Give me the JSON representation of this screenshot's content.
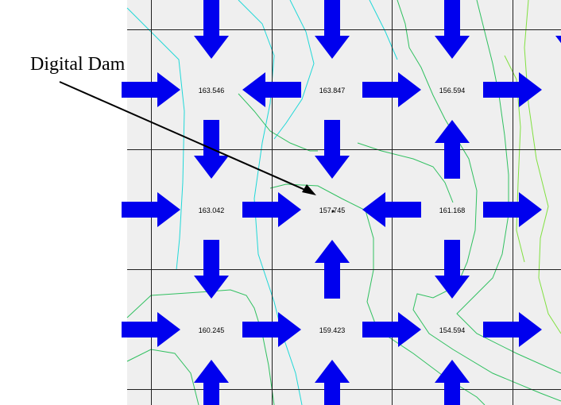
{
  "annotation": {
    "label": "Digital Dam"
  },
  "grid": {
    "rows": [
      [
        {
          "elevation": "163.546",
          "arrow": "right"
        },
        {
          "elevation": "163.847",
          "arrow": "left"
        },
        {
          "elevation": "156.594",
          "arrow": "right"
        },
        {
          "elevation": "",
          "arrow": "right"
        }
      ],
      [
        {
          "elevation": "163.042",
          "arrow": "right"
        },
        {
          "elevation": "157.745",
          "arrow": "right"
        },
        {
          "elevation": "161.168",
          "arrow": "left"
        },
        {
          "elevation": "",
          "arrow": "right"
        }
      ],
      [
        {
          "elevation": "160.245",
          "arrow": "right"
        },
        {
          "elevation": "159.423",
          "arrow": "right"
        },
        {
          "elevation": "154.594",
          "arrow": "right"
        },
        {
          "elevation": "",
          "arrow": "right"
        }
      ]
    ],
    "vertical_arrows": [
      [
        "down",
        "",
        "down",
        "",
        "down"
      ],
      [
        "down",
        "down",
        "up",
        ""
      ],
      [
        "down",
        "up",
        "down",
        ""
      ],
      [
        "up",
        "up",
        "up",
        ""
      ]
    ],
    "dam_cell": "157.745"
  },
  "colors": {
    "arrow": "#0000ee",
    "cell_fill": "#efefef",
    "grid_line": "#202020",
    "contour_cyan": "#20d8d8",
    "contour_green": "#30c060",
    "contour_lime": "#80e040"
  }
}
